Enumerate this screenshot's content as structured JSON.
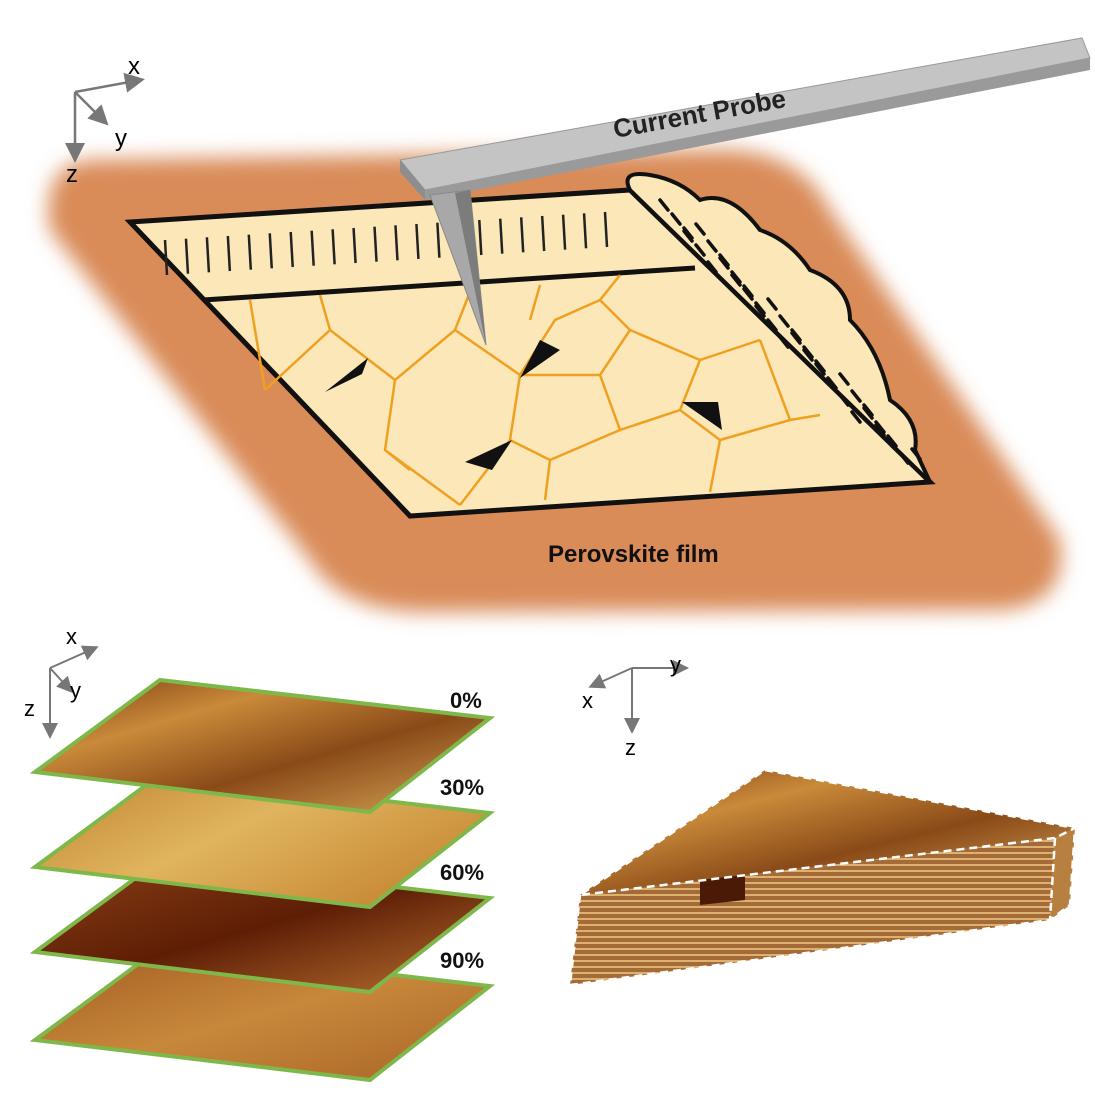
{
  "top_panel": {
    "axes": {
      "x": "x",
      "y": "y",
      "z": "z"
    },
    "probe_label": "Current Probe",
    "film_label": "Perovskite film"
  },
  "bottom_left_panel": {
    "axes": {
      "x": "x",
      "y": "y",
      "z": "z"
    },
    "layers": [
      {
        "label": "0%"
      },
      {
        "label": "30%"
      },
      {
        "label": "60%"
      },
      {
        "label": "90%"
      }
    ]
  },
  "bottom_right_panel": {
    "axes": {
      "x": "x",
      "y": "y",
      "z": "z"
    }
  },
  "colors": {
    "substrate": "#d98b58",
    "film": "#fbe7b8",
    "grain_boundary": "#f0a020",
    "probe": "#bfbfbf",
    "layer_border": "#7fb84a",
    "afm_dark": "#6b2a0a",
    "afm_light": "#e0b060"
  }
}
